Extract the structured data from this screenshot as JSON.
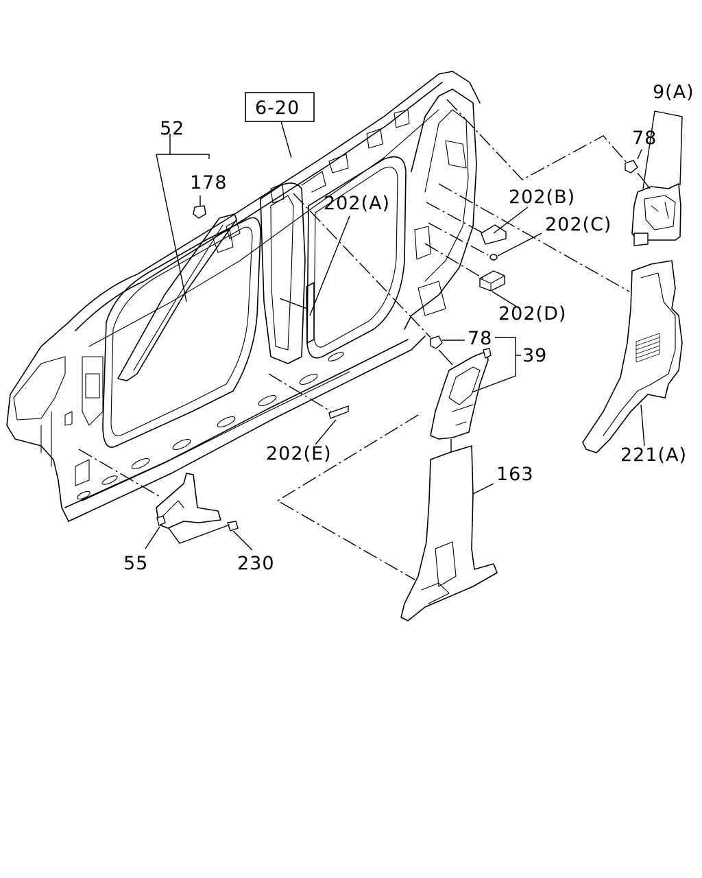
{
  "diagram": {
    "reference_label": "6-20",
    "callouts": {
      "c_9a": "9(A)",
      "c_78_top": "78",
      "c_202b": "202(B)",
      "c_202c": "202(C)",
      "c_202d": "202(D)",
      "c_202a": "202(A)",
      "c_52": "52",
      "c_178": "178",
      "c_78_mid": "78",
      "c_39": "39",
      "c_202e": "202(E)",
      "c_163": "163",
      "c_221a": "221(A)",
      "c_55": "55",
      "c_230": "230"
    }
  }
}
